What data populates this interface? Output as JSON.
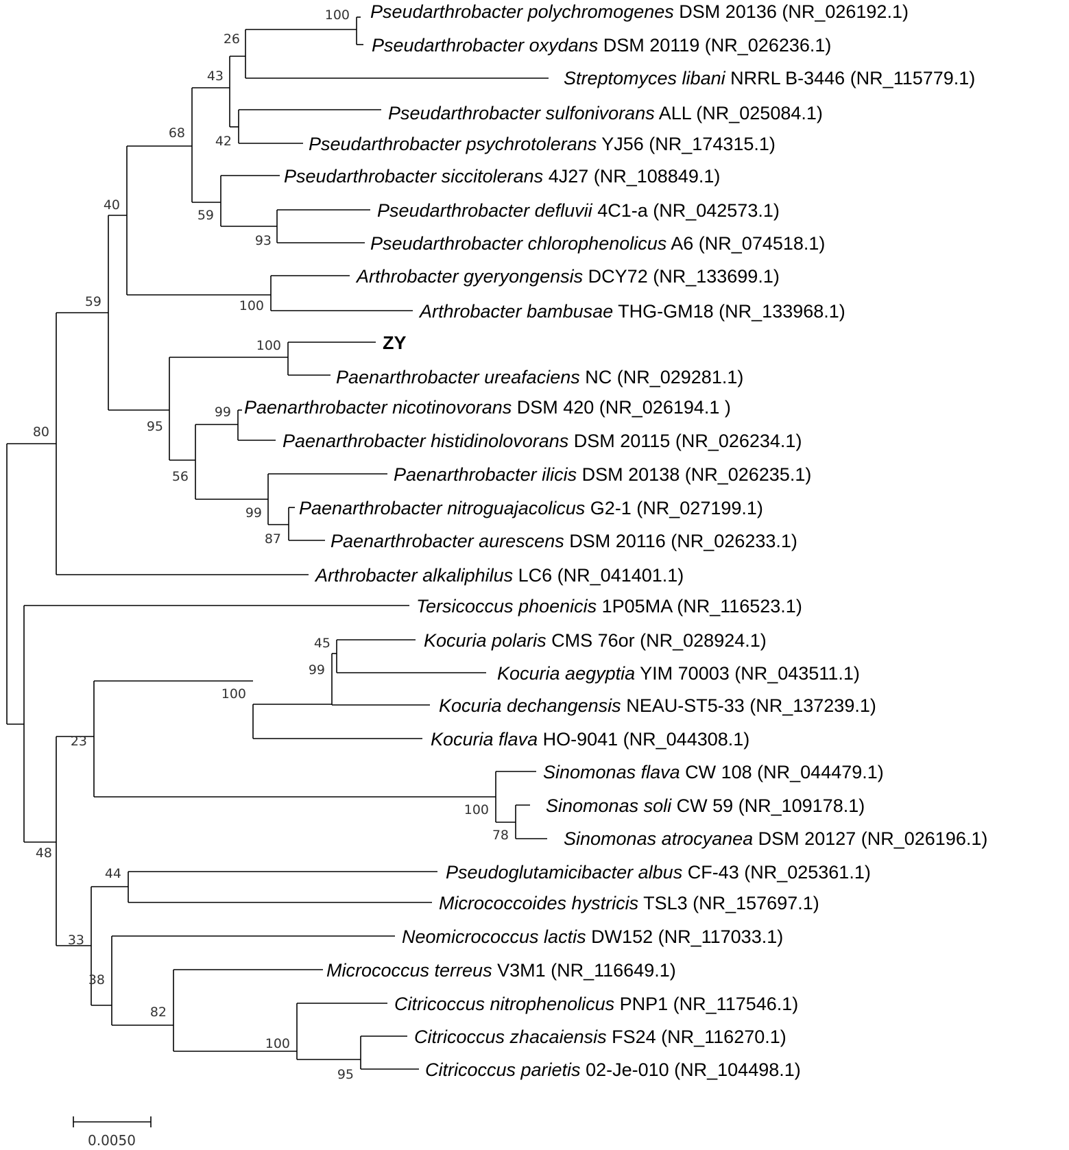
{
  "taxa": [
    {
      "id": "t1",
      "species": "Pseudarthrobacter polychromogenes",
      "rest": " DSM 20136 (NR_026192.1)"
    },
    {
      "id": "t2",
      "species": "Pseudarthrobacter oxydans",
      "rest": " DSM 20119 (NR_026236.1)"
    },
    {
      "id": "t3",
      "species": "Streptomyces libani",
      "rest": " NRRL B-3446 (NR_115779.1)"
    },
    {
      "id": "t4",
      "species": "Pseudarthrobacter sulfonivorans",
      "rest": " ALL (NR_025084.1)"
    },
    {
      "id": "t5",
      "species": "Pseudarthrobacter psychrotolerans",
      "rest": " YJ56 (NR_174315.1)"
    },
    {
      "id": "t6",
      "species": "Pseudarthrobacter siccitolerans",
      "rest": " 4J27 (NR_108849.1)"
    },
    {
      "id": "t7",
      "species": "Pseudarthrobacter defluvii",
      "rest": " 4C1-a (NR_042573.1)"
    },
    {
      "id": "t8",
      "species": "Pseudarthrobacter chlorophenolicus",
      "rest": " A6 (NR_074518.1)"
    },
    {
      "id": "t9",
      "species": "Arthrobacter gyeryongensis",
      "rest": " DCY72 (NR_133699.1)"
    },
    {
      "id": "t10",
      "species": "Arthrobacter bambusae",
      "rest": " THG-GM18 (NR_133968.1)"
    },
    {
      "id": "t11",
      "species": "",
      "rest": "ZY",
      "bold": true
    },
    {
      "id": "t12",
      "species": "Paenarthrobacter ureafaciens",
      "rest": " NC (NR_029281.1)"
    },
    {
      "id": "t13",
      "species": "Paenarthrobacter nicotinovorans",
      "rest": " DSM 420 (NR_026194.1 )"
    },
    {
      "id": "t14",
      "species": "Paenarthrobacter histidinolovorans",
      "rest": " DSM 20115 (NR_026234.1)"
    },
    {
      "id": "t15",
      "species": "Paenarthrobacter ilicis",
      "rest": " DSM 20138 (NR_026235.1)"
    },
    {
      "id": "t16",
      "species": "Paenarthrobacter nitroguajacolicus",
      "rest": " G2-1 (NR_027199.1)"
    },
    {
      "id": "t17",
      "species": "Paenarthrobacter aurescens",
      "rest": " DSM 20116 (NR_026233.1)"
    },
    {
      "id": "t18",
      "species": "Arthrobacter alkaliphilus",
      "rest": " LC6 (NR_041401.1)"
    },
    {
      "id": "t19",
      "species": "Tersicoccus phoenicis",
      "rest": " 1P05MA (NR_116523.1)"
    },
    {
      "id": "t20",
      "species": "Kocuria polaris",
      "rest": " CMS 76or (NR_028924.1)"
    },
    {
      "id": "t21",
      "species": "Kocuria aegyptia",
      "rest": " YIM 70003 (NR_043511.1)"
    },
    {
      "id": "t22",
      "species": "Kocuria dechangensis",
      "rest": " NEAU-ST5-33 (NR_137239.1)"
    },
    {
      "id": "t23",
      "species": "Kocuria flava",
      "rest": " HO-9041 (NR_044308.1)"
    },
    {
      "id": "t24",
      "species": "Sinomonas flava",
      "rest": " CW 108 (NR_044479.1)"
    },
    {
      "id": "t25",
      "species": "Sinomonas soli",
      "rest": " CW 59 (NR_109178.1)"
    },
    {
      "id": "t26",
      "species": "Sinomonas atrocyanea",
      "rest": " DSM 20127 (NR_026196.1)"
    },
    {
      "id": "t27",
      "species": "Pseudoglutamicibacter albus",
      "rest": " CF-43 (NR_025361.1)"
    },
    {
      "id": "t28",
      "species": "Micrococcoides hystricis",
      "rest": " TSL3 (NR_157697.1)"
    },
    {
      "id": "t29",
      "species": "Neomicrococcus lactis",
      "rest": " DW152 (NR_117033.1)"
    },
    {
      "id": "t30",
      "species": "Micrococcus terreus",
      "rest": " V3M1 (NR_116649.1)"
    },
    {
      "id": "t31",
      "species": "Citricoccus nitrophenolicus",
      "rest": " PNP1 (NR_117546.1)"
    },
    {
      "id": "t32",
      "species": "Citricoccus zhacaiensis",
      "rest": " FS24 (NR_116270.1)"
    },
    {
      "id": "t33",
      "species": "Citricoccus parietis",
      "rest": " 02-Je-010 (NR_104498.1)"
    }
  ],
  "bootstrap": [
    {
      "id": "b1",
      "value": "100"
    },
    {
      "id": "b2",
      "value": "26"
    },
    {
      "id": "b3",
      "value": "43"
    },
    {
      "id": "b4",
      "value": "42"
    },
    {
      "id": "b5",
      "value": "68"
    },
    {
      "id": "b6",
      "value": "59"
    },
    {
      "id": "b7",
      "value": "93"
    },
    {
      "id": "b8",
      "value": "40"
    },
    {
      "id": "b9",
      "value": "100"
    },
    {
      "id": "b10",
      "value": "59"
    },
    {
      "id": "b11",
      "value": "100"
    },
    {
      "id": "b12",
      "value": "99"
    },
    {
      "id": "b13",
      "value": "95"
    },
    {
      "id": "b14",
      "value": "56"
    },
    {
      "id": "b15",
      "value": "99"
    },
    {
      "id": "b16",
      "value": "87"
    },
    {
      "id": "b17",
      "value": "80"
    },
    {
      "id": "b18",
      "value": "45"
    },
    {
      "id": "b19",
      "value": "99"
    },
    {
      "id": "b20",
      "value": "100"
    },
    {
      "id": "b21",
      "value": "23"
    },
    {
      "id": "b22",
      "value": "100"
    },
    {
      "id": "b23",
      "value": "78"
    },
    {
      "id": "b24",
      "value": "48"
    },
    {
      "id": "b25",
      "value": "44"
    },
    {
      "id": "b26",
      "value": "33"
    },
    {
      "id": "b27",
      "value": "38"
    },
    {
      "id": "b28",
      "value": "82"
    },
    {
      "id": "b29",
      "value": "100"
    },
    {
      "id": "b30",
      "value": "95"
    }
  ],
  "scale_bar": {
    "label": "0.0050"
  }
}
